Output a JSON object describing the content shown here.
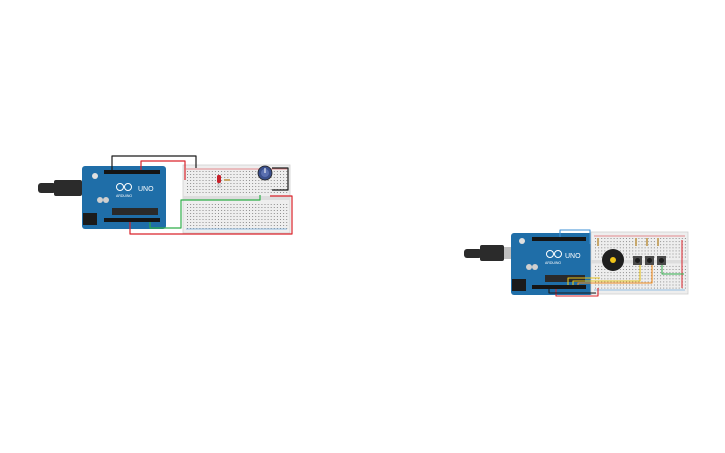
{
  "canvas": {
    "background": "#ffffff"
  },
  "colors": {
    "board": "#1f6ea8",
    "board_dark": "#14507c",
    "breadboard": "#eeeeee",
    "breadboard_edge": "#cfcfcf",
    "hole": "#8e8e8e",
    "wire_red": "#d9232a",
    "wire_black": "#1b1b1b",
    "wire_green": "#2fae49",
    "wire_yellow": "#e8c21a",
    "wire_orange": "#f08a1c",
    "wire_blue": "#3b8fd4",
    "usb": "#2b2b2b",
    "usb_metal": "#bfbfbf"
  },
  "circuits": [
    {
      "id": "circuit-1",
      "board_label": "UNO",
      "brand_label": "ARDUINO",
      "components": [
        "usb-cable",
        "arduino-uno",
        "breadboard",
        "potentiometer",
        "led"
      ]
    },
    {
      "id": "circuit-2",
      "board_label": "UNO",
      "brand_label": "ARDUINO",
      "components": [
        "usb-cable",
        "arduino-uno",
        "breadboard",
        "piezo-buzzer",
        "pushbuttons",
        "resistors"
      ]
    }
  ]
}
